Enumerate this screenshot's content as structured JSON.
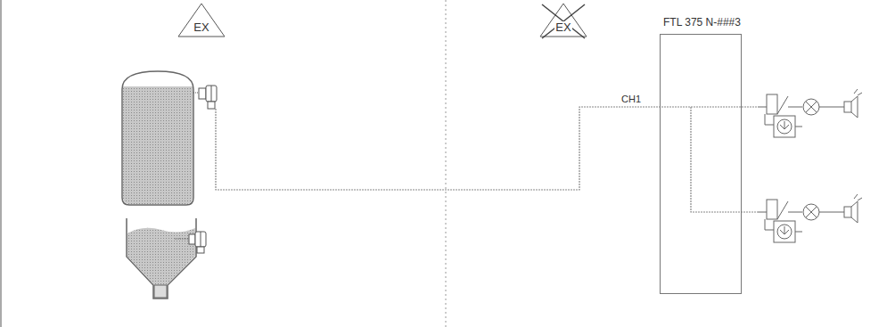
{
  "diagram": {
    "nodes": [
      {
        "text": [
          "EX"
        ]
      },
      {
        "text": [
          "EX"
        ]
      },
      {
        "text": [
          "FTL 375 N-###3"
        ]
      }
    ],
    "labels": [
      "CH1"
    ]
  }
}
